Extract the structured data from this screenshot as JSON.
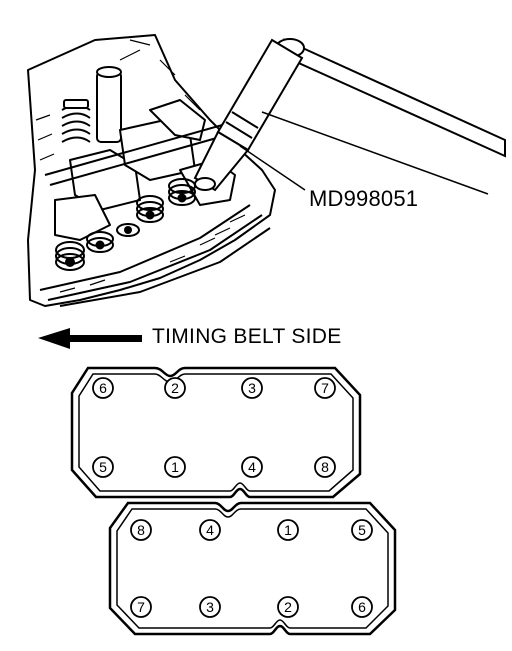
{
  "labels": {
    "tool_number": "MD998051",
    "direction": "TIMING BELT SIDE"
  },
  "gaskets": [
    {
      "name": "upper",
      "top_row": [
        "6",
        "2",
        "3",
        "7"
      ],
      "bottom_row": [
        "5",
        "1",
        "4",
        "8"
      ]
    },
    {
      "name": "lower",
      "top_row": [
        "8",
        "4",
        "1",
        "5"
      ],
      "bottom_row": [
        "7",
        "3",
        "2",
        "6"
      ]
    }
  ],
  "colors": {
    "ink": "#000000",
    "paper": "#ffffff"
  }
}
